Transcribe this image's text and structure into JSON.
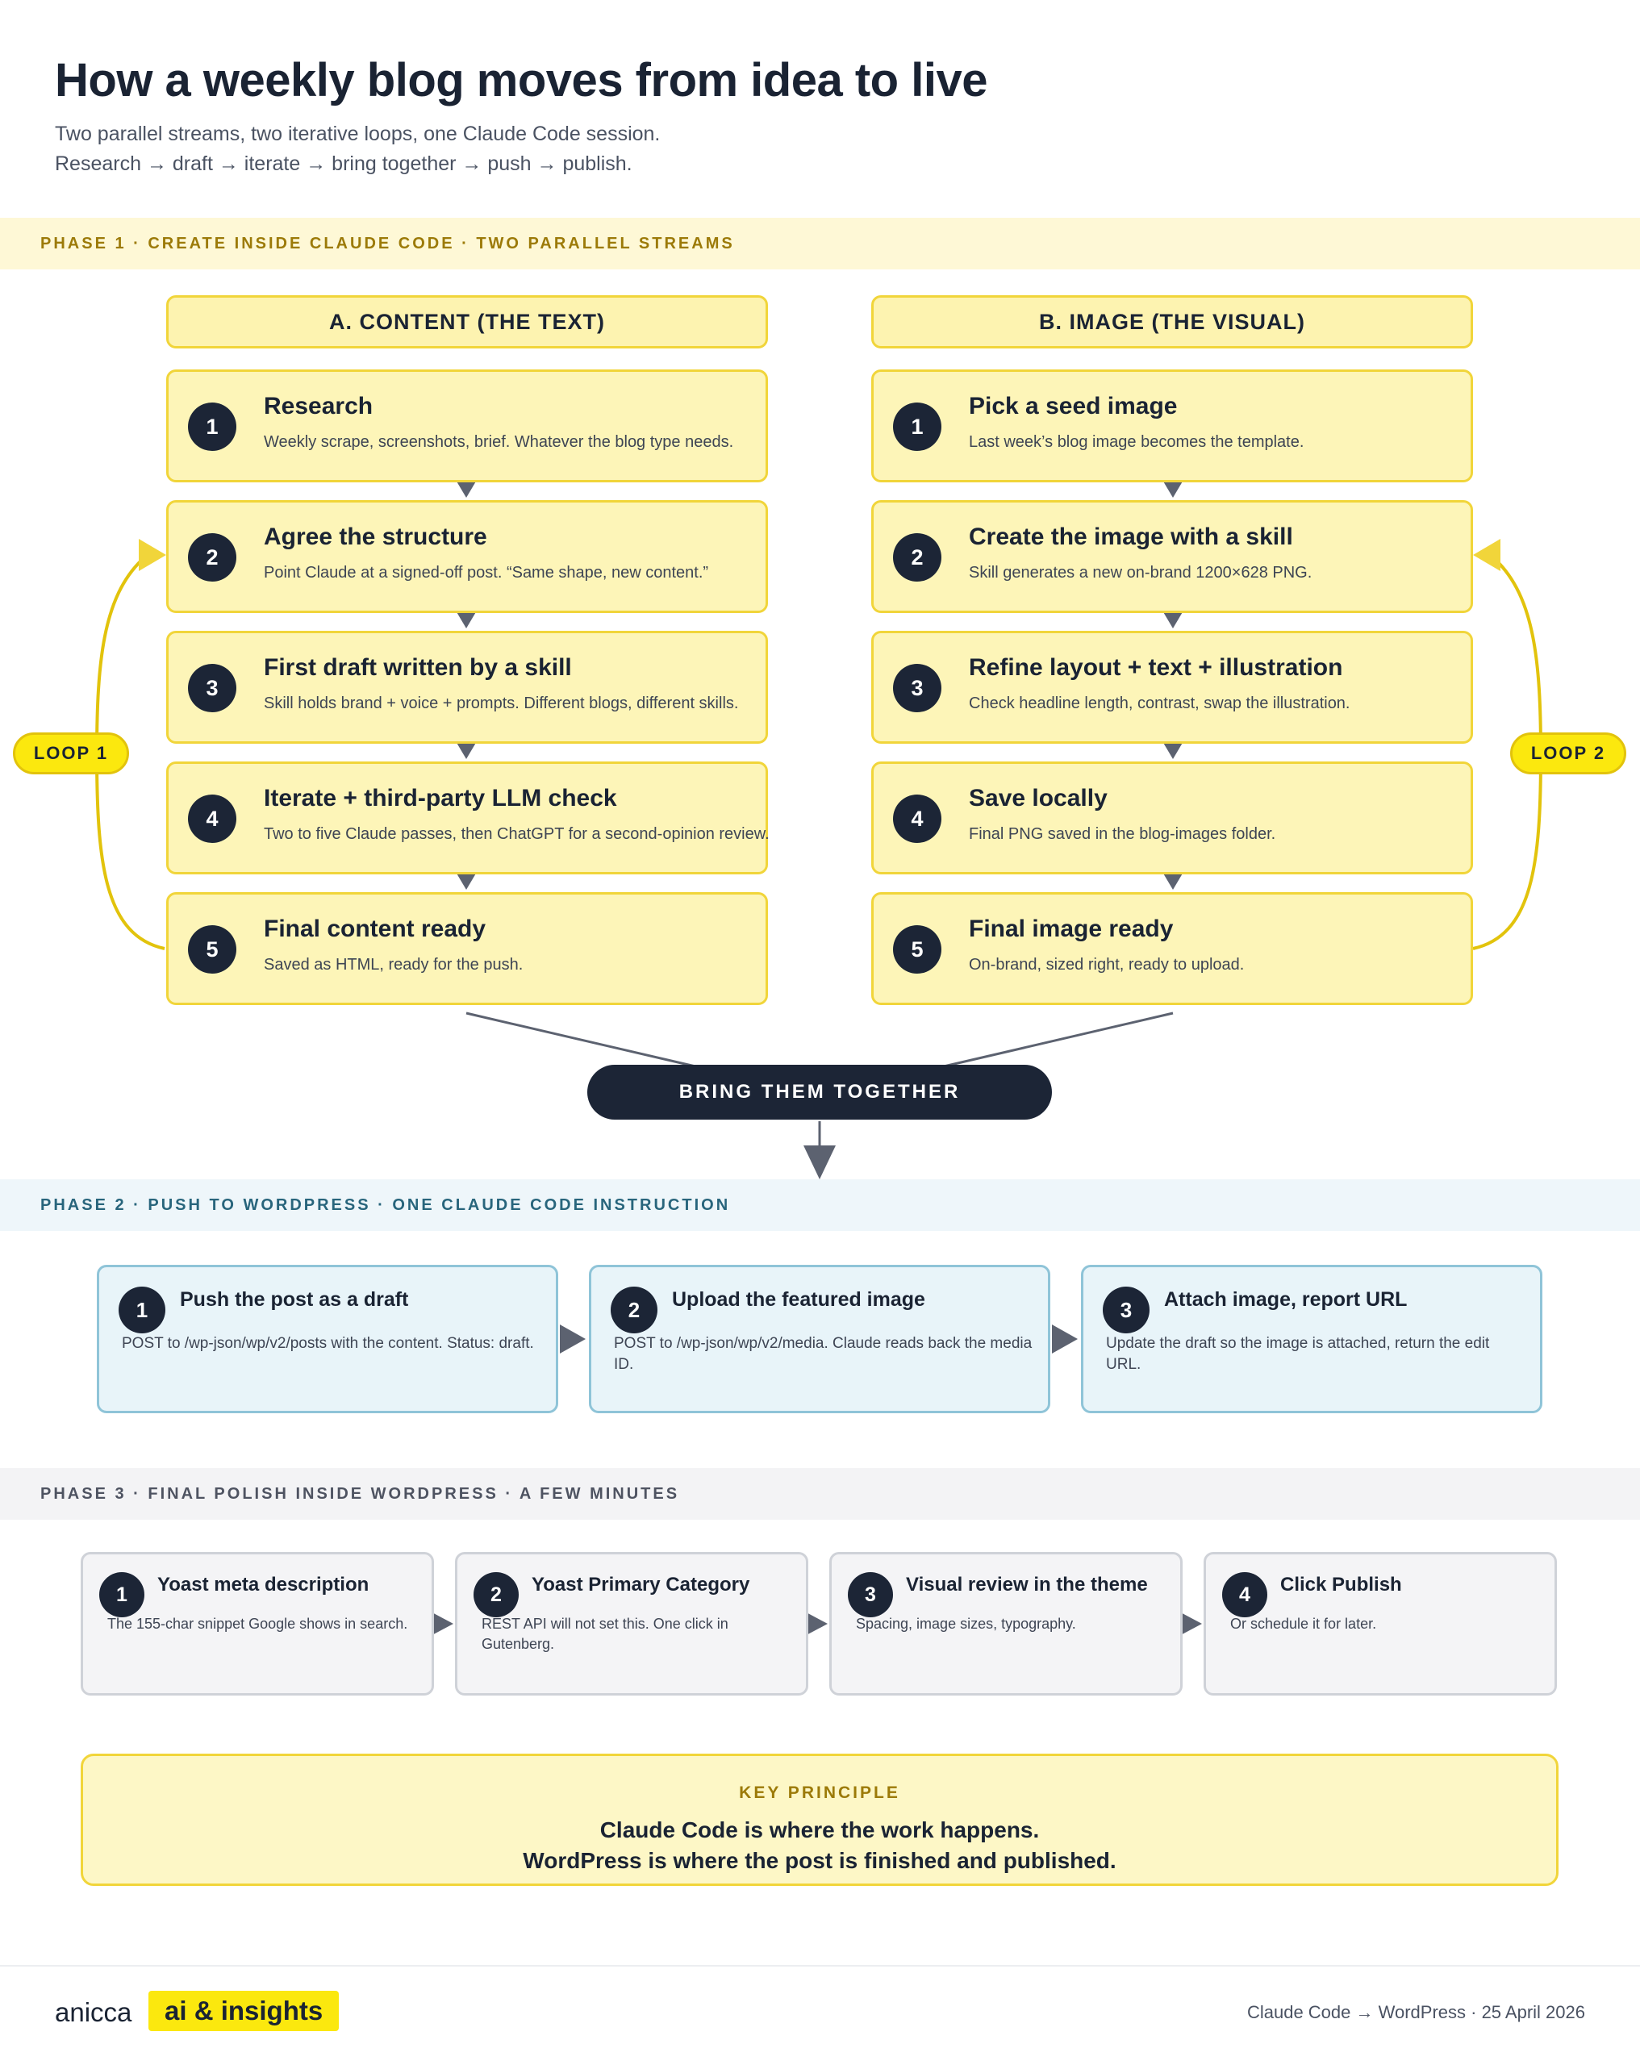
{
  "header": {
    "title": "How a weekly blog moves from idea to live",
    "subtitle_line1": "Two parallel streams, two iterative loops, one Claude Code session.",
    "subtitle_line2": "Research → draft → iterate → bring together → push → publish."
  },
  "phase1": {
    "label": "PHASE 1 · CREATE INSIDE CLAUDE CODE · TWO PARALLEL STREAMS",
    "content_header": "A. CONTENT (THE TEXT)",
    "image_header": "B. IMAGE (THE VISUAL)",
    "content_steps": [
      {
        "num": "1",
        "title": "Research",
        "desc": "Weekly scrape, screenshots, brief. Whatever the blog type needs."
      },
      {
        "num": "2",
        "title": "Agree the structure",
        "desc": "Point Claude at a signed-off post. “Same shape, new content.”"
      },
      {
        "num": "3",
        "title": "First draft written by a skill",
        "desc": "Skill holds brand + voice + prompts. Different blogs, different skills."
      },
      {
        "num": "4",
        "title": "Iterate + third-party LLM check",
        "desc": "Two to five Claude passes, then ChatGPT for a second-opinion review."
      },
      {
        "num": "5",
        "title": "Final content ready",
        "desc": "Saved as HTML, ready for the push."
      }
    ],
    "image_steps": [
      {
        "num": "1",
        "title": "Pick a seed image",
        "desc": "Last week’s blog image becomes the template."
      },
      {
        "num": "2",
        "title": "Create the image with a skill",
        "desc": "Skill generates a new on-brand 1200×628 PNG."
      },
      {
        "num": "3",
        "title": "Refine layout + text + illustration",
        "desc": "Check headline length, contrast, swap the illustration."
      },
      {
        "num": "4",
        "title": "Save locally",
        "desc": "Final PNG saved in the blog-images folder."
      },
      {
        "num": "5",
        "title": "Final image ready",
        "desc": "On-brand, sized right, ready to upload."
      }
    ],
    "loop1_label": "LOOP 1",
    "loop2_label": "LOOP 2",
    "together_label": "BRING THEM TOGETHER"
  },
  "phase2": {
    "label": "PHASE 2 · PUSH TO WORDPRESS · ONE CLAUDE CODE INSTRUCTION",
    "steps": [
      {
        "num": "1",
        "title": "Push the post as a draft",
        "desc": "POST to /wp-json/wp/v2/posts with the content. Status: draft."
      },
      {
        "num": "2",
        "title": "Upload the featured image",
        "desc": "POST to /wp-json/wp/v2/media. Claude reads back the media ID."
      },
      {
        "num": "3",
        "title": "Attach image, report URL",
        "desc": "Update the draft so the image is attached, return the edit URL."
      }
    ]
  },
  "phase3": {
    "label": "PHASE 3 · FINAL POLISH INSIDE WORDPRESS · A FEW MINUTES",
    "steps": [
      {
        "num": "1",
        "title": "Yoast meta description",
        "desc": "The 155-char snippet Google shows in search."
      },
      {
        "num": "2",
        "title": "Yoast Primary Category",
        "desc": "REST API will not set this. One click in Gutenberg."
      },
      {
        "num": "3",
        "title": "Visual review in the theme",
        "desc": "Spacing, image sizes, typography."
      },
      {
        "num": "4",
        "title": "Click Publish",
        "desc": "Or schedule it for later."
      }
    ]
  },
  "key_principle": {
    "label": "KEY PRINCIPLE",
    "line1": "Claude Code is where the work happens.",
    "line2": "WordPress is where the post is finished and published."
  },
  "footer": {
    "brand": "anicca",
    "brand_tag": "ai & insights",
    "right_text": "Claude Code → WordPress · 25 April 2026"
  },
  "colors": {
    "navy": "#1c2536",
    "yellow_fill": "#fdf5b8",
    "yellow_border": "#f1d53a",
    "loop_yellow": "#fbe80e",
    "blue_fill": "#e8f4f9",
    "blue_border": "#8fc4d8",
    "gray_fill": "#f4f4f6",
    "gray_border": "#cfd2d8",
    "arrow_gray": "#5c6270"
  }
}
